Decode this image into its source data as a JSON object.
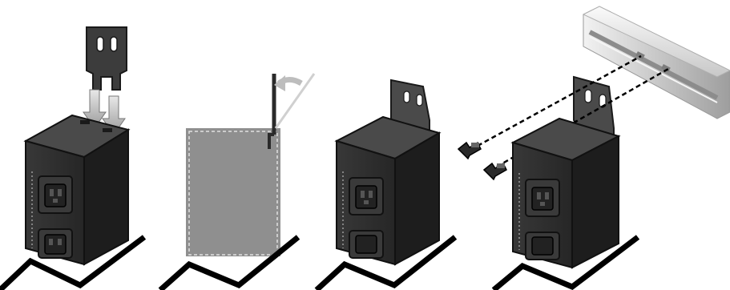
{
  "figure": {
    "steps": [
      {
        "id": "step-1",
        "description_icon": "bracket-insert"
      },
      {
        "id": "step-2",
        "description_icon": "bracket-rotate"
      },
      {
        "id": "step-3",
        "description_icon": "bracket-installed"
      },
      {
        "id": "step-4",
        "description_icon": "rail-mount-screws"
      }
    ],
    "colors": {
      "unit_top": "#4a4a4a",
      "unit_front": "#2b2b2b",
      "unit_side": "#1d1d1d",
      "outlet": "#3a3a3a",
      "side_panel": "#8f8f8f",
      "arrow": "#bdbdbd",
      "rail_light": "#e6e6e6",
      "rail_dark": "#a8a8a8",
      "line": "#000000"
    }
  }
}
